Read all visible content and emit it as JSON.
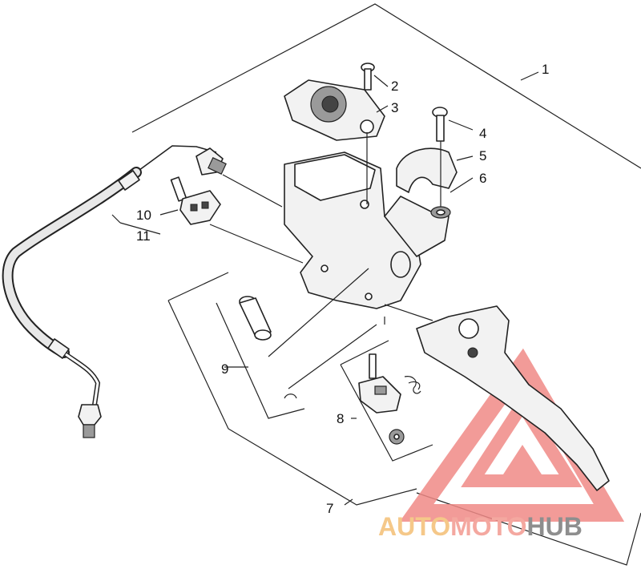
{
  "callouts": [
    {
      "id": "1",
      "text": "1"
    },
    {
      "id": "2",
      "text": "2"
    },
    {
      "id": "3",
      "text": "3"
    },
    {
      "id": "4",
      "text": "4"
    },
    {
      "id": "5",
      "text": "5"
    },
    {
      "id": "6",
      "text": "6"
    },
    {
      "id": "7",
      "text": "7"
    },
    {
      "id": "8",
      "text": "8"
    },
    {
      "id": "9",
      "text": "9"
    },
    {
      "id": "10",
      "text": "10"
    },
    {
      "id": "11",
      "text": "11"
    }
  ],
  "watermark": {
    "part1": "AUTO",
    "part2": "MOTO",
    "part3": "HUB",
    "color_auto": "#f5c889",
    "color_moto": "#f4a8a0",
    "color_hub": "#8e8e8e",
    "logo_color": "#f08a86"
  }
}
